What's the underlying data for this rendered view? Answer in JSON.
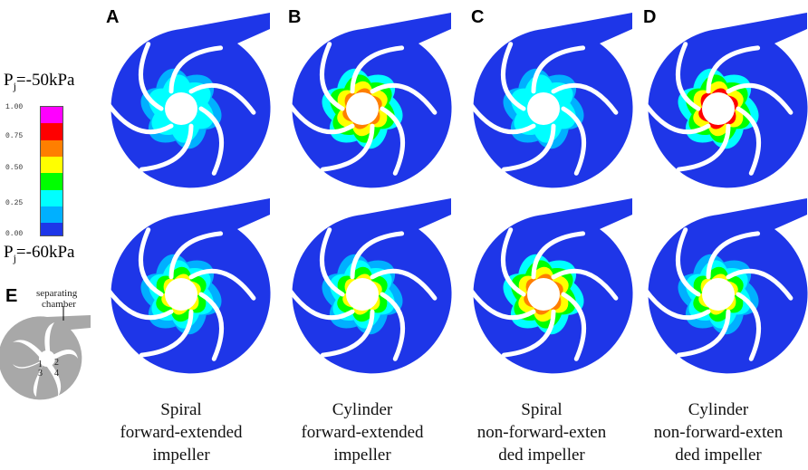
{
  "legend": {
    "top_label": "P",
    "top_sub": "j",
    "top_value": "=-50kPa",
    "bottom_label": "P",
    "bottom_sub": "j",
    "bottom_value": "=-60kPa",
    "ticks": [
      "1.00",
      "0.75",
      "0.50",
      "0.25",
      "0.00"
    ],
    "colors": [
      "#ff00ff",
      "#ff0000",
      "#ff7f00",
      "#ffff00",
      "#00ff00",
      "#00ffff",
      "#00b0ff",
      "#1e36e8"
    ]
  },
  "panels": [
    {
      "letter": "A"
    },
    {
      "letter": "B"
    },
    {
      "letter": "C"
    },
    {
      "letter": "D"
    }
  ],
  "captions": [
    {
      "line1": "Spiral",
      "line2": "forward-extended",
      "line3": "impeller"
    },
    {
      "line1": "Cylinder",
      "line2": "forward-extended",
      "line3": "impeller"
    },
    {
      "line1": "Spiral",
      "line2": "non-forward-exten",
      "line3": "ded impeller"
    },
    {
      "line1": "Cylinder",
      "line2": "non-forward-exten",
      "line3": "ded impeller"
    }
  ],
  "panel_e": {
    "letter": "E",
    "label_line1": "separating",
    "label_line2": "chamber",
    "numbers": [
      "1",
      "2",
      "3",
      "4"
    ]
  }
}
